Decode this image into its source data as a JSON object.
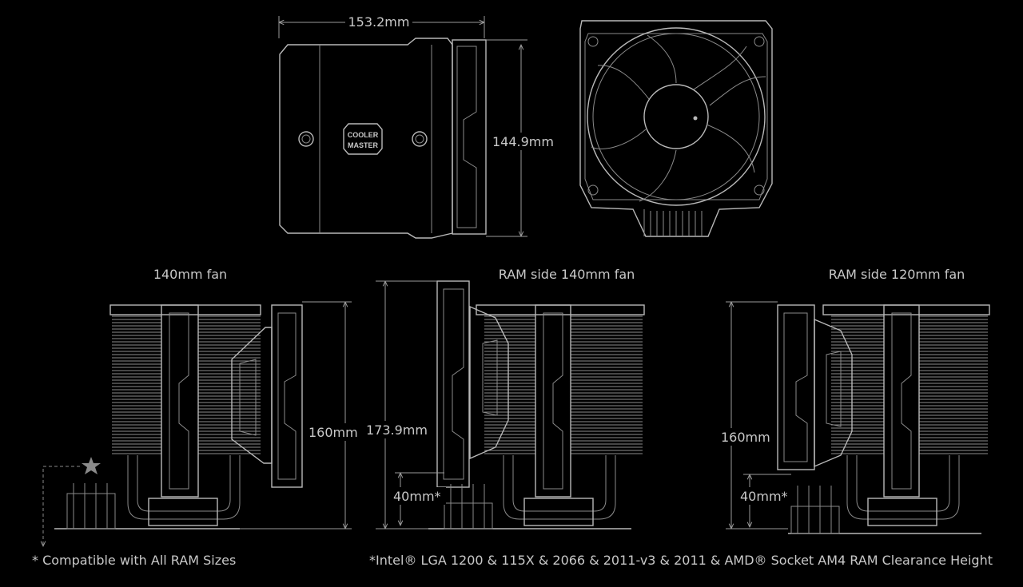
{
  "dimensions": {
    "top_width": "153.2mm",
    "top_height": "144.9mm",
    "left_height": "160mm",
    "mid_height": "173.9mm",
    "mid_clearance": "40mm*",
    "right_height": "160mm",
    "right_clearance": "40mm*"
  },
  "views": {
    "left_title": "140mm fan",
    "mid_title": "RAM side 140mm fan",
    "right_title": "RAM side 120mm fan"
  },
  "logo": {
    "line1": "COOLER",
    "line2": "MASTER"
  },
  "footnotes": {
    "left": "* Compatible with All RAM Sizes",
    "right": "*Intel® LGA 1200 & 115X & 2066 & 2011-v3 & 2011 &  AMD® Socket AM4 RAM Clearance Height"
  },
  "colors": {
    "background": "#000000",
    "line": "#b8b8b8",
    "text": "#c8c8c8"
  }
}
